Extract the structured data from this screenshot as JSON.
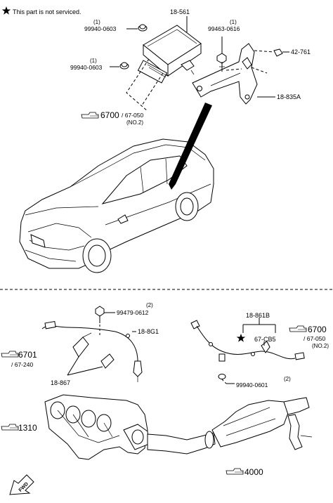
{
  "note": {
    "text": "This part is not serviced."
  },
  "upper": {
    "module_part": "18-561",
    "bolt_left_top_qty": "(1)",
    "bolt_left_top_part": "99940-0603",
    "bolt_left_bottom_qty": "(1)",
    "bolt_left_bottom_part": "99940-0603",
    "bolt_right_qty": "(1)",
    "bolt_right_part": "99463-0616",
    "clip_part": "42-761",
    "bracket_part": "18-835A",
    "ref_main": "6700",
    "ref_sub": "/ 67-050",
    "ref_note": "(NO.2)"
  },
  "lower": {
    "bolt_qty": "(2)",
    "bolt_part": "99479-0612",
    "sensor_front_part": "18-8G1",
    "sensor_rear_part": "18-861B",
    "clip_part": "67-CB5",
    "bracket_part": "18-867",
    "nut_qty": "(2)",
    "nut_part": "99940-0601",
    "ref_left_main": "6701",
    "ref_left_sub": "/ 67-240",
    "ref_right_main": "6700",
    "ref_right_sub": "/ 67-050",
    "ref_right_note": "(NO.2)",
    "manifold_ref": "1310",
    "converter_ref": "4000",
    "fwd_label": "FWD"
  },
  "icons": [
    "star-icon",
    "pointing-hand-icon"
  ]
}
